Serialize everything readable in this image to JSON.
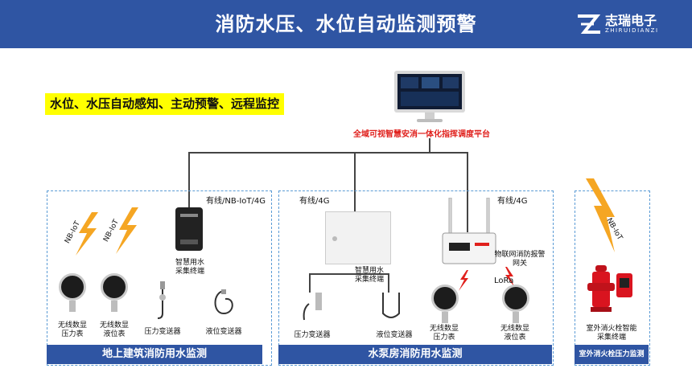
{
  "header": {
    "title": "消防水压、水位自动监测预警",
    "logo_name": "志瑞电子",
    "logo_sub": "ZHIRUIDIANZI",
    "color": "#2f55a3"
  },
  "highlight_text": "水位、水压自动感知、主动预警、远程监控",
  "platform_label": "全域可视智慧安消一体化指挥调度平台",
  "zone_left": {
    "conn": "有线/NB-IoT/4G",
    "nb1": "NB-IoT",
    "nb2": "NB-IoT",
    "collector": [
      "智慧用水",
      "采集终端"
    ],
    "gauge1": [
      "无线数显",
      "压力表"
    ],
    "gauge2": [
      "无线数显",
      "液位表"
    ],
    "trans1": "压力变送器",
    "trans2": "液位变送器",
    "footer": "地上建筑消防用水监测"
  },
  "zone_mid": {
    "conn1": "有线/4G",
    "conn2": "有线/4G",
    "collector": [
      "智慧用水",
      "采集终端"
    ],
    "gateway": [
      "物联网消防报警",
      "网关"
    ],
    "lora": "LoRa",
    "trans1": "压力变送器",
    "trans2": "液位变送器",
    "gauge1": [
      "无线数显",
      "压力表"
    ],
    "gauge2": [
      "无线数显",
      "液位表"
    ],
    "footer": "水泵房消防用水监测"
  },
  "zone_right": {
    "nb": "NB-IoT",
    "device": [
      "室外消火栓智能",
      "采集终端"
    ],
    "footer": "室外消火栓压力监测"
  },
  "colors": {
    "accent": "#2f55a3",
    "alert_red": "#e0201c",
    "highlight": "#ffff00",
    "dashed": "#5b9bd5",
    "lightning": "#f5a623"
  }
}
